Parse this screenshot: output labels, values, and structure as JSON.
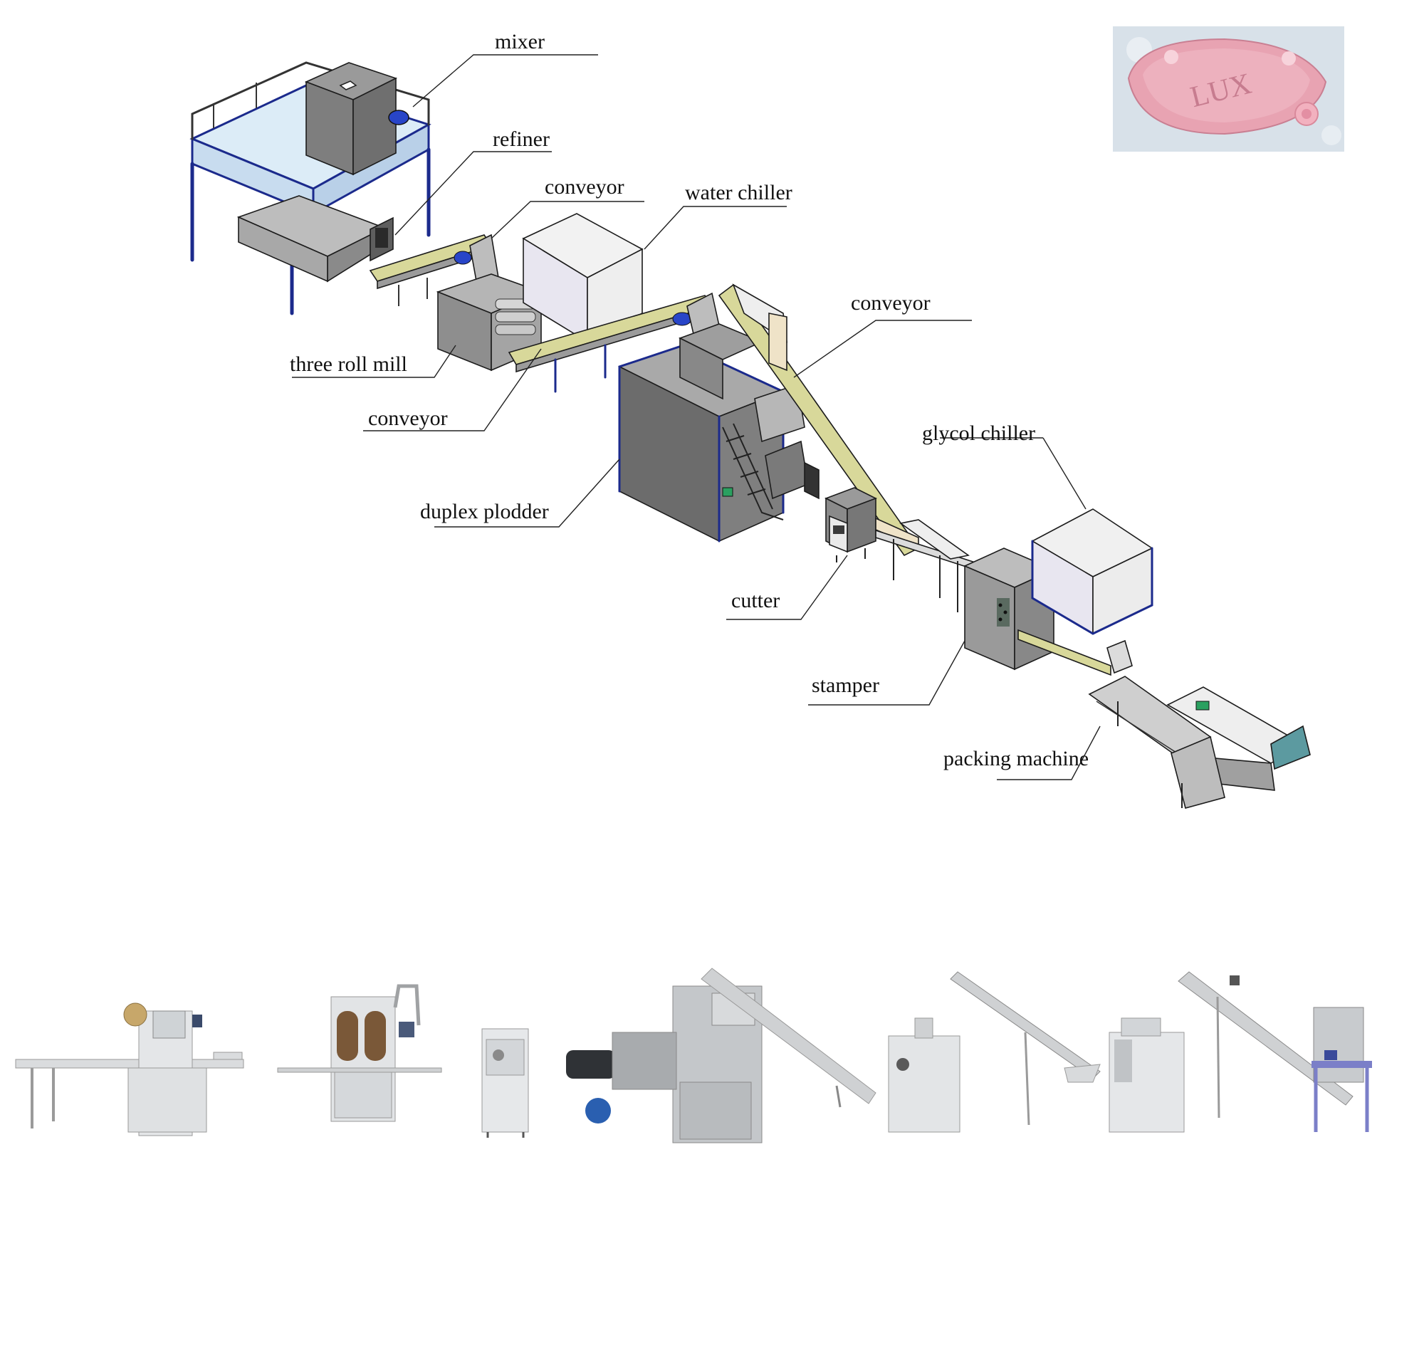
{
  "diagram": {
    "labels": {
      "mixer": "mixer",
      "refiner": "refiner",
      "conveyor_1": "conveyor",
      "water_chiller": "water chiller",
      "three_roll_mill": "three roll mill",
      "conveyor_2": "conveyor",
      "conveyor_3": "conveyor",
      "duplex_plodder": "duplex plodder",
      "glycol_chiller": "glycol chiller",
      "cutter": "cutter",
      "stamper": "stamper",
      "packing_machine": "packing machine"
    }
  },
  "product_image": {
    "brand_text": "LUX",
    "soap_color": "#e8a3b2",
    "background_color": "#c9dfe6"
  },
  "colors": {
    "frame_blue": "#1b2a8c",
    "machine_gray": "#8a8a8a",
    "platform_light_blue": "#dcecf7",
    "conveyor_belt": "#d8d89a",
    "steel": "#d8dadc"
  }
}
